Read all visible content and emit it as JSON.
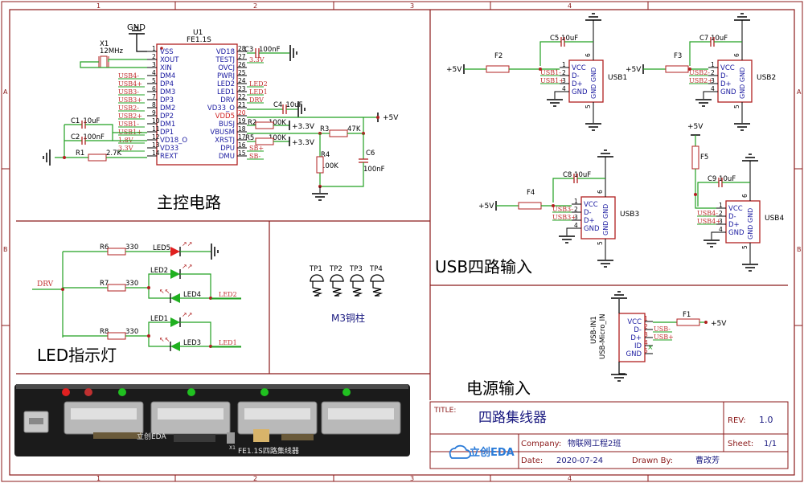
{
  "sheet": {
    "columns": [
      "1",
      "2",
      "3",
      "4"
    ],
    "rows": [
      "A",
      "B"
    ]
  },
  "main_control": {
    "title": "主控电路",
    "chip_ref": "U1",
    "chip_model": "FE1.1S",
    "gnd_label": "GND",
    "crystal_ref": "X1",
    "crystal_value": "12MHz",
    "left_pins": [
      {
        "num": "1",
        "name": "VSS",
        "net": ""
      },
      {
        "num": "2",
        "name": "XOUT",
        "net": ""
      },
      {
        "num": "3",
        "name": "XIN",
        "net": ""
      },
      {
        "num": "4",
        "name": "DM4",
        "net": "USB4-"
      },
      {
        "num": "5",
        "name": "DP4",
        "net": "USB4+"
      },
      {
        "num": "6",
        "name": "DM3",
        "net": "USB3-"
      },
      {
        "num": "7",
        "name": "DP3",
        "net": "USB3+"
      },
      {
        "num": "8",
        "name": "DM2",
        "net": "USB2-"
      },
      {
        "num": "9",
        "name": "DP2",
        "net": "USB2+"
      },
      {
        "num": "10",
        "name": "DM1",
        "net": "USB1-"
      },
      {
        "num": "11",
        "name": "DP1",
        "net": "USB1+"
      },
      {
        "num": "12",
        "name": "VD18_O",
        "net": "1.8V"
      },
      {
        "num": "13",
        "name": "VD33",
        "net": "3.3V"
      },
      {
        "num": "14",
        "name": "REXT",
        "net": ""
      }
    ],
    "right_pins": [
      {
        "num": "28",
        "name": "VD18",
        "net": ""
      },
      {
        "num": "27",
        "name": "TESTJ",
        "net": "3.3V"
      },
      {
        "num": "26",
        "name": "OVCJ",
        "net": ""
      },
      {
        "num": "25",
        "name": "PWRJ",
        "net": ""
      },
      {
        "num": "24",
        "name": "LED2",
        "net": "LED2"
      },
      {
        "num": "23",
        "name": "LED1",
        "net": "LED1"
      },
      {
        "num": "22",
        "name": "DRV",
        "net": "DRV"
      },
      {
        "num": "21",
        "name": "VD33_O",
        "net": ""
      },
      {
        "num": "20",
        "name": "VDD5",
        "net": ""
      },
      {
        "num": "19",
        "name": "BUSJ",
        "net": ""
      },
      {
        "num": "18",
        "name": "VBUSM",
        "net": ""
      },
      {
        "num": "17",
        "name": "XRSTJ",
        "net": ""
      },
      {
        "num": "16",
        "name": "DPU",
        "net": "SB+"
      },
      {
        "num": "15",
        "name": "DMU",
        "net": "SB-"
      }
    ],
    "c3": {
      "ref": "C3",
      "value": "100nF"
    },
    "c4": {
      "ref": "C4",
      "value": "10uF"
    },
    "c1": {
      "ref": "C1",
      "value": "10uF"
    },
    "c2": {
      "ref": "C2",
      "value": "100nF"
    },
    "r1": {
      "ref": "R1",
      "value": "2.7K"
    },
    "r2": {
      "ref": "R2",
      "value": "100K"
    },
    "r5": {
      "ref": "R5",
      "value": "100K"
    },
    "r3": {
      "ref": "R3",
      "value": "47K"
    },
    "r4": {
      "ref": "R4",
      "value": "100K"
    },
    "c6": {
      "ref": "C6",
      "value": "100nF"
    },
    "v33_a": "+3.3V",
    "v33_b": "+3.3V",
    "v5": "+5V"
  },
  "usb_section": {
    "title": "USB四路输入",
    "ports": [
      {
        "ref": "USB1",
        "fuse": "F2",
        "cap": "C5",
        "cap_value": "10uF",
        "supply": "+5V",
        "net_minus": "USB1-",
        "net_plus": "USB1+"
      },
      {
        "ref": "USB2",
        "fuse": "F3",
        "cap": "C7",
        "cap_value": "10uF",
        "supply": "+5V",
        "net_minus": "USB2-",
        "net_plus": "USB2+"
      },
      {
        "ref": "USB3",
        "fuse": "F4",
        "cap": "C8",
        "cap_value": "10uF",
        "supply": "+5V",
        "net_minus": "USB3-",
        "net_plus": "USB3+"
      },
      {
        "ref": "USB4",
        "fuse": "F5",
        "cap": "C9",
        "cap_value": "10uF",
        "supply": "+5V",
        "net_minus": "USB4-",
        "net_plus": "USB4+"
      }
    ],
    "pin_labels": [
      "VCC",
      "D-",
      "D+",
      "GND"
    ],
    "pin_nums": [
      "1",
      "2",
      "3",
      "4"
    ],
    "shield_label": "GND GND",
    "shield_nums": [
      "6",
      "5"
    ]
  },
  "led_section": {
    "title": "LED指示灯",
    "drv_net": "DRV",
    "rows": [
      {
        "res": "R6",
        "res_value": "330",
        "led": "LED5",
        "color": "#e02020"
      },
      {
        "res": "R7",
        "res_value": "330",
        "led": "LED2",
        "color": "#20b020",
        "led_b": "LED4",
        "net": "LED2"
      },
      {
        "res": "R8",
        "res_value": "330",
        "led": "LED1",
        "color": "#20b020",
        "led_b": "LED3",
        "net": "LED1"
      }
    ]
  },
  "mount": {
    "points": [
      "TP1",
      "TP2",
      "TP3",
      "TP4"
    ],
    "label": "M3铜柱"
  },
  "power_section": {
    "title": "电源输入",
    "connector_ref": "USB-IN1",
    "connector_model": "USB-Micro_IN",
    "pins": [
      {
        "name": "VCC",
        "num": "1",
        "net": ""
      },
      {
        "name": "D-",
        "num": "2",
        "net": "USB-"
      },
      {
        "name": "D+",
        "num": "3",
        "net": "USB+"
      },
      {
        "name": "ID",
        "num": "4",
        "net": ""
      },
      {
        "name": "GND",
        "num": "5",
        "net": ""
      }
    ],
    "fuse": "F1",
    "supply": "+5V"
  },
  "pcb_image": {
    "silk_text": "FE1.1S四路集线器",
    "logo_text": "立创EDA",
    "crystal_mark": "X1"
  },
  "title_block": {
    "title_label": "TITLE:",
    "title_value": "四路集线器",
    "rev_label": "REV:",
    "rev_value": "1.0",
    "logo_text": "立创EDA",
    "company_label": "Company:",
    "company_value": "物联网工程2班",
    "sheet_label": "Sheet:",
    "sheet_value": "1/1",
    "date_label": "Date:",
    "date_value": "2020-07-24",
    "drawn_label": "Drawn By:",
    "drawn_value": "曹改芳"
  },
  "colors": {
    "frame": "#8b1a1a",
    "wire": "#22a022",
    "symbol": "#b02020",
    "pin_text": "#1a1aa0",
    "net": "#c03030",
    "black": "#000000"
  }
}
